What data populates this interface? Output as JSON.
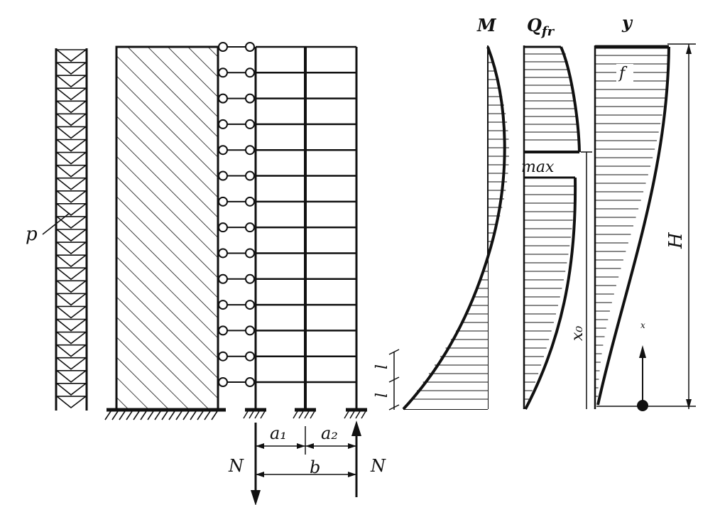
{
  "labels": {
    "load": "p",
    "moment": "M",
    "shear_main": "Q",
    "shear_sub": "fr",
    "deflection": "y",
    "deflection_top": "f",
    "max": "max",
    "height": "H",
    "x0": "x₀",
    "x_axis": "x",
    "storey_1": "l",
    "storey_2": "l",
    "a1": "a₁",
    "a2": "a₂",
    "b": "b",
    "n_left": "N",
    "n_right": "N"
  },
  "structure": {
    "storeys": 14,
    "link_rods": 14,
    "load_arrows": 28
  }
}
